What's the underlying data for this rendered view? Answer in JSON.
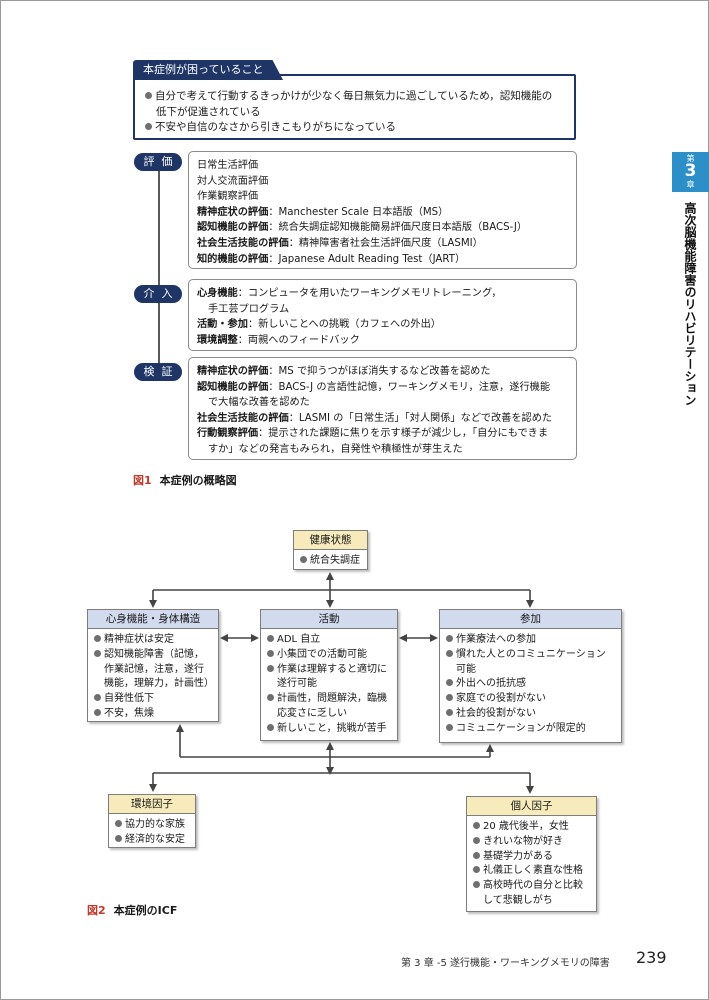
{
  "problems": {
    "title": "本症例が困っていること",
    "items": [
      {
        "line1": "自分で考えて行動するきっかけが少なく毎日無気力に過ごしているため，認知機能の",
        "line2": "低下が促進されている"
      },
      {
        "line1": "不安や自信のなさから引きこもりがちになっている",
        "line2": ""
      }
    ]
  },
  "flow": {
    "evaluation": {
      "label": "評価",
      "lines": [
        {
          "b": "",
          "t": "日常生活評価"
        },
        {
          "b": "",
          "t": "対人交流面評価"
        },
        {
          "b": "",
          "t": "作業観察評価"
        },
        {
          "b": "精神症状の評価",
          "t": "：Manchester Scale 日本語版（MS）"
        },
        {
          "b": "認知機能の評価",
          "t": "：統合失調症認知機能簡易評価尺度日本語版（BACS-J）"
        },
        {
          "b": "社会生活技能の評価",
          "t": "：精神障害者社会生活評価尺度（LASMI）"
        },
        {
          "b": "知的機能の評価",
          "t": "：Japanese Adult Reading Test（JART）"
        }
      ]
    },
    "intervention": {
      "label": "介入",
      "lines": [
        {
          "b": "心身機能",
          "t": "：コンピュータを用いたワーキングメモリトレーニング，"
        },
        {
          "b": "",
          "t": "手工芸プログラム",
          "indent": true
        },
        {
          "b": "活動・参加",
          "t": "：新しいことへの挑戦（カフェへの外出）"
        },
        {
          "b": "環境調整",
          "t": "：両親へのフィードバック"
        }
      ]
    },
    "verification": {
      "label": "検証",
      "lines": [
        {
          "b": "精神症状の評価",
          "t": "：MS で抑うつがほぼ消失するなど改善を認めた"
        },
        {
          "b": "認知機能の評価",
          "t": "：BACS-J の言語性記憶，ワーキングメモリ，注意，遂行機能"
        },
        {
          "b": "",
          "t": "で大幅な改善を認めた",
          "indent": true
        },
        {
          "b": "社会生活技能の評価",
          "t": "：LASMI の「日常生活」「対人関係」などで改善を認めた"
        },
        {
          "b": "行動観察評価",
          "t": "：提示された課題に焦りを示す様子が減少し，「自分にもできま"
        },
        {
          "b": "",
          "t": "すか」などの発言もみられ，自発性や積極性が芽生えた",
          "indent": true
        }
      ]
    }
  },
  "fig1": {
    "num": "図1",
    "title": "本症例の概略図"
  },
  "icf": {
    "health": {
      "title": "健康状態",
      "items": [
        "統合失調症"
      ]
    },
    "body": {
      "title": "心身機能・身体構造",
      "items": [
        {
          "t": "精神症状は安定"
        },
        {
          "t": "認知機能障害（記憶，"
        },
        {
          "t": "作業記憶，注意，遂行",
          "cont": true
        },
        {
          "t": "機能，理解力，計画性）",
          "cont": true
        },
        {
          "t": "自発性低下"
        },
        {
          "t": "不安，焦燥"
        }
      ]
    },
    "activity": {
      "title": "活動",
      "items": [
        {
          "t": "ADL 自立"
        },
        {
          "t": "小集団での活動可能"
        },
        {
          "t": "作業は理解すると適切に"
        },
        {
          "t": "遂行可能",
          "cont": true
        },
        {
          "t": "計画性，問題解決，臨機"
        },
        {
          "t": "応変さに乏しい",
          "cont": true
        },
        {
          "t": "新しいこと，挑戦が苦手"
        }
      ]
    },
    "participation": {
      "title": "参加",
      "items": [
        {
          "t": "作業療法への参加"
        },
        {
          "t": "慣れた人とのコミュニケーション"
        },
        {
          "t": "可能",
          "cont": true
        },
        {
          "t": "外出への抵抗感"
        },
        {
          "t": "家庭での役割がない"
        },
        {
          "t": "社会的役割がない"
        },
        {
          "t": "コミュニケーションが限定的"
        }
      ]
    },
    "environment": {
      "title": "環境因子",
      "items": [
        {
          "t": "協力的な家族"
        },
        {
          "t": "経済的な安定"
        }
      ]
    },
    "personal": {
      "title": "個人因子",
      "items": [
        {
          "t": "20 歳代後半，女性"
        },
        {
          "t": "きれいな物が好き"
        },
        {
          "t": "基礎学力がある"
        },
        {
          "t": "礼儀正しく素直な性格"
        },
        {
          "t": "高校時代の自分と比較"
        },
        {
          "t": "して悲観しがち",
          "cont": true
        }
      ]
    }
  },
  "fig2": {
    "num": "図2",
    "title": "本症例のICF"
  },
  "side": {
    "chapter_top": "第",
    "chapter_num": "3",
    "chapter_bottom": "章",
    "title": "高次脳機能障害のリハビリテーション"
  },
  "footer": {
    "chapter": "第 3 章 -5  遂行機能・ワーキングメモリの障害",
    "page": "239"
  }
}
